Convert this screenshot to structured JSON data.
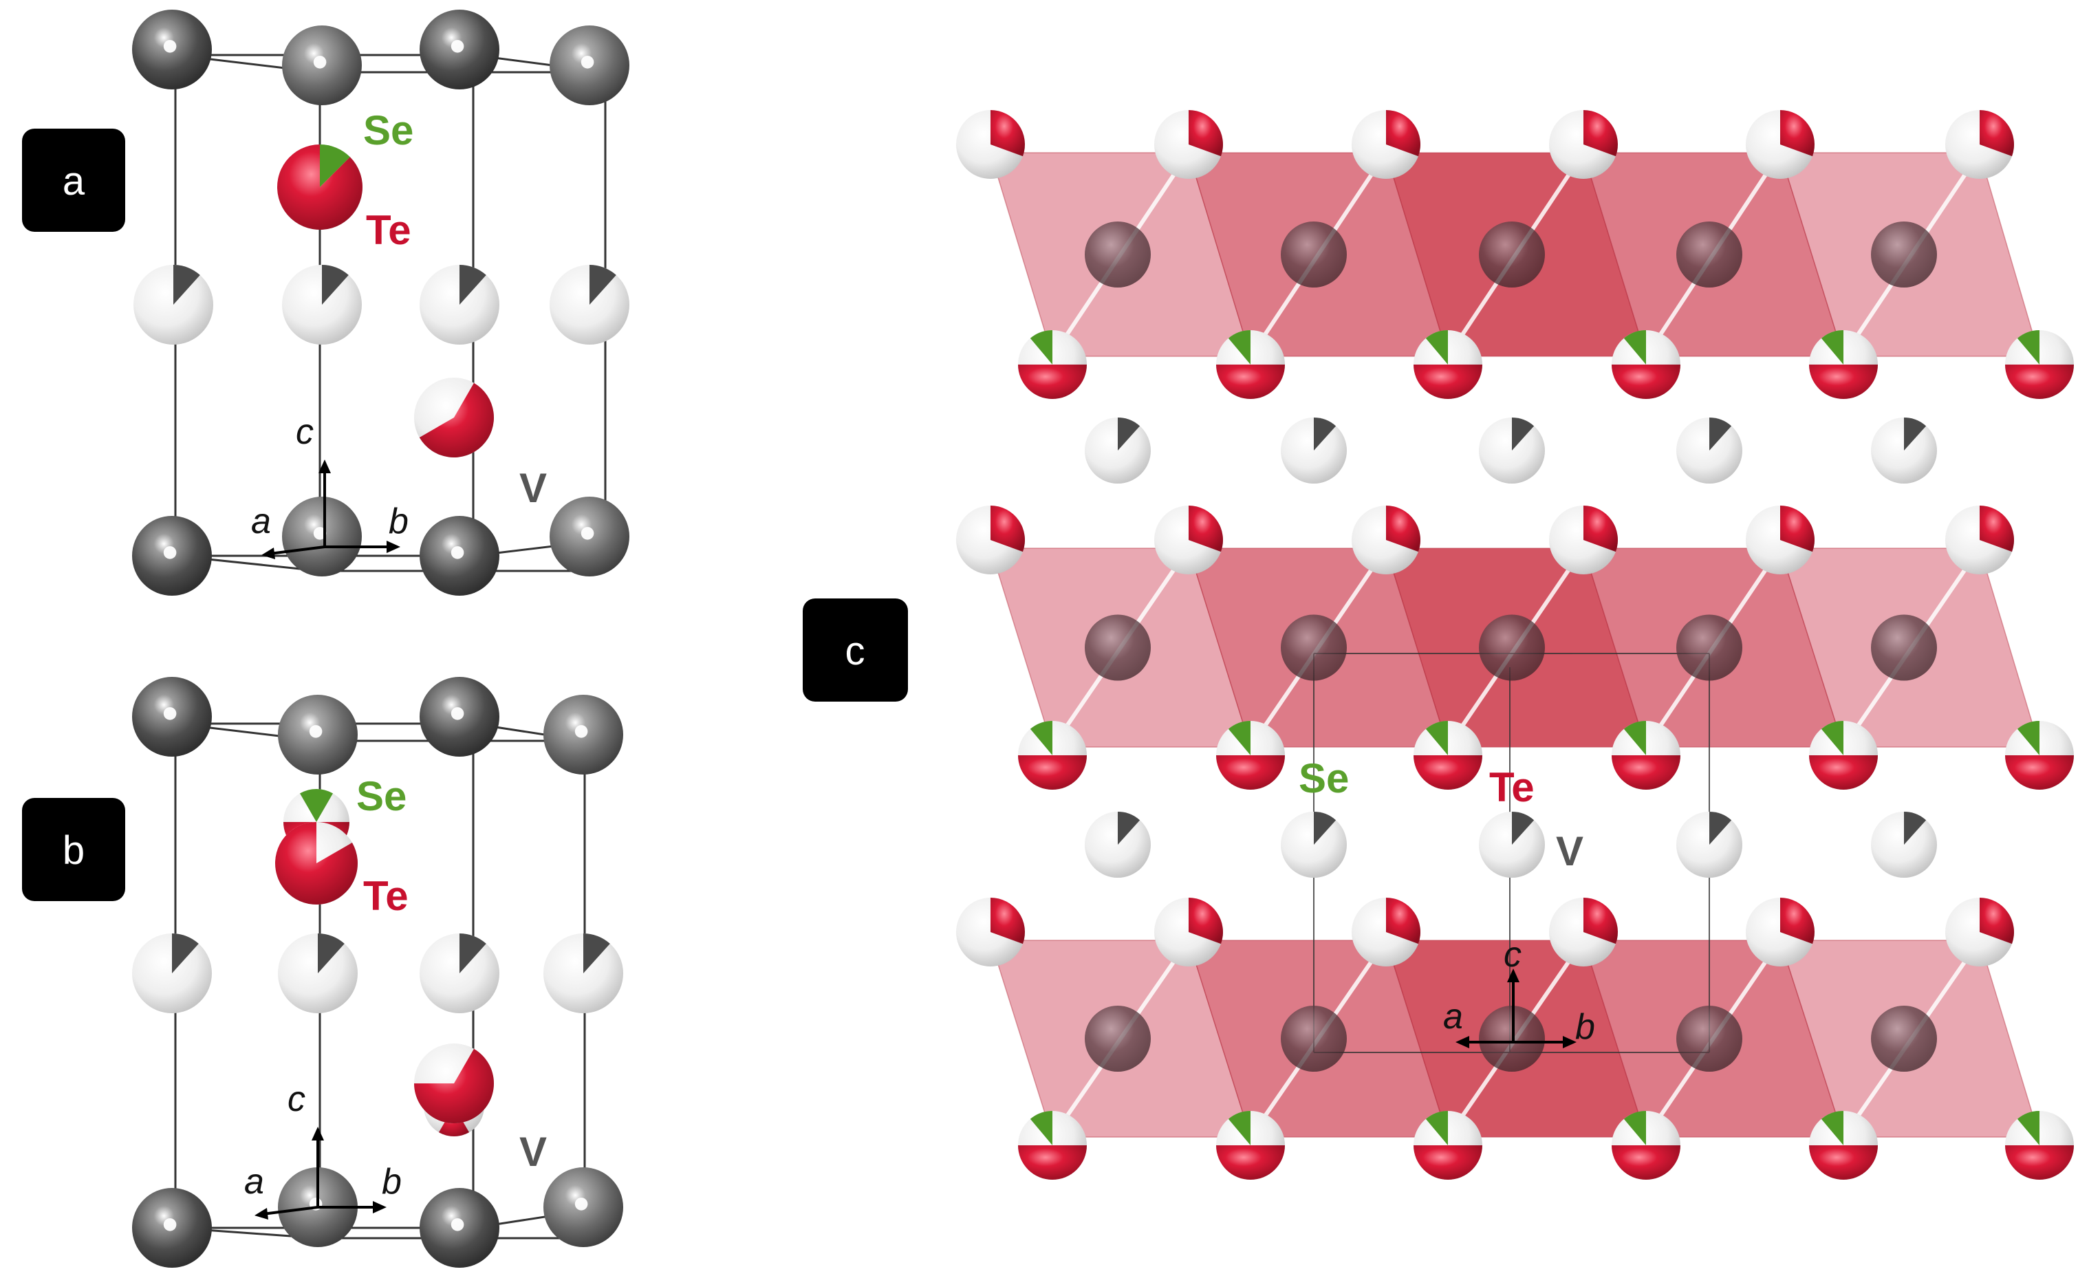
{
  "panels": {
    "a": {
      "tag": "a",
      "labels": {
        "se": "Se",
        "te": "Te",
        "v": "V"
      },
      "axes": {
        "a": "a",
        "b": "b",
        "c": "c"
      }
    },
    "b": {
      "tag": "b",
      "labels": {
        "se": "Se",
        "te": "Te",
        "v": "V"
      },
      "axes": {
        "a": "a",
        "b": "b",
        "c": "c"
      }
    },
    "c": {
      "tag": "c",
      "labels": {
        "se": "Se",
        "te": "Te",
        "v": "V"
      },
      "axes": {
        "a": "a",
        "b": "b",
        "c": "c"
      }
    }
  },
  "colors": {
    "tag_bg": "#000000",
    "se": "#5aa02c",
    "te": "#c8102e",
    "v_label": "#555555",
    "v_atom_dark": "#555555",
    "v_atom_light": "#f2f2f2",
    "layer_fill": "#c8102e"
  }
}
